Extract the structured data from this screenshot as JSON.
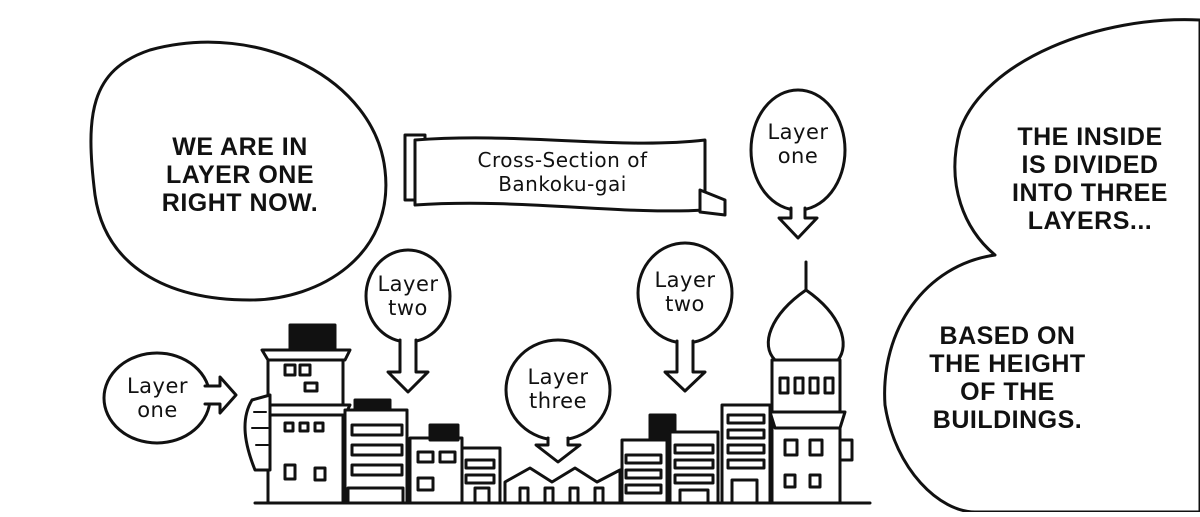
{
  "bubbles": {
    "left_main": [
      "WE ARE IN",
      "LAYER ONE",
      "RIGHT NOW."
    ],
    "right_top": [
      "THE INSIDE",
      "IS DIVIDED",
      "INTO THREE",
      "LAYERS..."
    ],
    "right_bottom": [
      "BASED ON",
      "THE HEIGHT",
      "OF THE",
      "BUILDINGS."
    ]
  },
  "banner": [
    "Cross-Section of",
    "Bankoku-gai"
  ],
  "labels": {
    "left_layer_one": [
      "Layer",
      "one"
    ],
    "left_layer_two": [
      "Layer",
      "two"
    ],
    "center_layer_three": [
      "Layer",
      "three"
    ],
    "right_layer_two": [
      "Layer",
      "two"
    ],
    "top_layer_one": [
      "Layer",
      "one"
    ]
  }
}
